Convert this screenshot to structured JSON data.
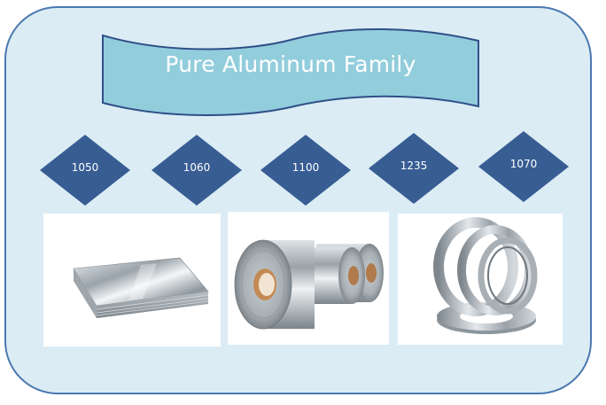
{
  "title": "Pure Aluminum Family",
  "grades": [
    "1050",
    "1060",
    "1100",
    "1235",
    "1070"
  ],
  "photos": [
    {
      "icon": "aluminum-sheet-stack-image"
    },
    {
      "icon": "aluminum-coil-rolls-image"
    },
    {
      "icon": "aluminum-strip-coils-image"
    }
  ],
  "colors": {
    "panel_fill": "#dbecf4",
    "panel_border": "#4a78b0",
    "banner_fill": "#92cddc",
    "banner_border": "#2f4f88",
    "diamond_fill": "#375d93"
  }
}
